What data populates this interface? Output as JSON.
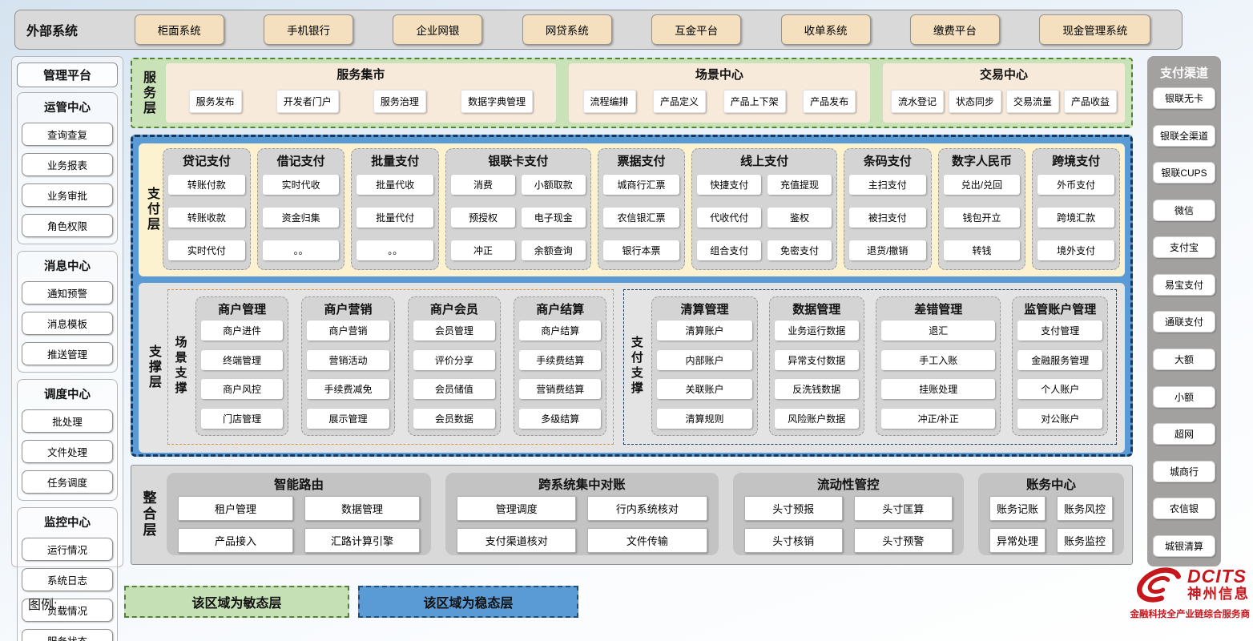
{
  "external_systems": {
    "label": "外部系统",
    "items": [
      "柜面系统",
      "手机银行",
      "企业网银",
      "网贷系统",
      "互金平台",
      "收单系统",
      "缴费平台",
      "现金管理系统"
    ]
  },
  "management_platform": {
    "title": "管理平台",
    "groups": [
      {
        "title": "运管中心",
        "items": [
          "查询查复",
          "业务报表",
          "业务审批",
          "角色权限"
        ]
      },
      {
        "title": "消息中心",
        "items": [
          "通知预警",
          "消息模板",
          "推送管理"
        ]
      },
      {
        "title": "调度中心",
        "items": [
          "批处理",
          "文件处理",
          "任务调度"
        ]
      },
      {
        "title": "监控中心",
        "items": [
          "运行情况",
          "系统日志",
          "负载情况",
          "服务状态"
        ]
      }
    ]
  },
  "service_layer": {
    "label": "服务层",
    "panels": [
      {
        "title": "服务集市",
        "items": [
          "服务发布",
          "开发者门户",
          "服务治理",
          "数据字典管理"
        ]
      },
      {
        "title": "场景中心",
        "items": [
          "流程编排",
          "产品定义",
          "产品上下架",
          "产品发布"
        ]
      },
      {
        "title": "交易中心",
        "items": [
          "流水登记",
          "状态同步",
          "交易流量",
          "产品收益"
        ]
      }
    ]
  },
  "stable_zone": {
    "payment_layer": {
      "label": "支付层",
      "columns": [
        {
          "title": "贷记支付",
          "cols": 1,
          "items": [
            "转账付款",
            "转账收款",
            "实时代付"
          ]
        },
        {
          "title": "借记支付",
          "cols": 1,
          "items": [
            "实时代收",
            "资金归集",
            "。。"
          ]
        },
        {
          "title": "批量支付",
          "cols": 1,
          "items": [
            "批量代收",
            "批量代付",
            "。。"
          ]
        },
        {
          "title": "银联卡支付",
          "cols": 2,
          "items": [
            "消费",
            "小额取款",
            "预授权",
            "电子现金",
            "冲正",
            "余额查询"
          ]
        },
        {
          "title": "票据支付",
          "cols": 1,
          "items": [
            "城商行汇票",
            "农信银汇票",
            "银行本票"
          ]
        },
        {
          "title": "线上支付",
          "cols": 2,
          "items": [
            "快捷支付",
            "充值提现",
            "代收代付",
            "鉴权",
            "组合支付",
            "免密支付"
          ]
        },
        {
          "title": "条码支付",
          "cols": 1,
          "items": [
            "主扫支付",
            "被扫支付",
            "退货/撤销"
          ]
        },
        {
          "title": "数字人民币",
          "cols": 1,
          "items": [
            "兑出/兑回",
            "钱包开立",
            "转钱"
          ]
        },
        {
          "title": "跨境支付",
          "cols": 1,
          "items": [
            "外币支付",
            "跨境汇款",
            "境外支付"
          ]
        }
      ]
    },
    "support_layer": {
      "label": "支撑层",
      "scene_support": {
        "label": "场景支撑",
        "columns": [
          {
            "title": "商户管理",
            "items": [
              "商户进件",
              "终端管理",
              "商户风控",
              "门店管理"
            ]
          },
          {
            "title": "商户营销",
            "items": [
              "商户营销",
              "营销活动",
              "手续费减免",
              "展示管理"
            ]
          },
          {
            "title": "商户会员",
            "items": [
              "会员管理",
              "评价分享",
              "会员储值",
              "会员数据"
            ]
          },
          {
            "title": "商户结算",
            "items": [
              "商户结算",
              "手续费结算",
              "营销费结算",
              "多级结算"
            ]
          }
        ]
      },
      "payment_support": {
        "label": "支付支撑",
        "columns": [
          {
            "title": "清算管理",
            "items": [
              "清算账户",
              "内部账户",
              "关联账户",
              "清算规则"
            ]
          },
          {
            "title": "数据管理",
            "items": [
              "业务运行数据",
              "异常支付数据",
              "反洗钱数据",
              "风险账户数据"
            ]
          },
          {
            "title": "差错管理",
            "items": [
              "退汇",
              "手工入账",
              "挂账处理",
              "冲正/补正"
            ]
          },
          {
            "title": "监管账户管理",
            "items": [
              "支付管理",
              "金融服务管理",
              "个人账户",
              "对公账户"
            ]
          }
        ]
      }
    }
  },
  "integration_layer": {
    "label": "整合层",
    "panels": [
      {
        "title": "智能路由",
        "items": [
          "租户管理",
          "数据管理",
          "产品接入",
          "汇路计算引擎"
        ]
      },
      {
        "title": "跨系统集中对账",
        "items": [
          "管理调度",
          "行内系统核对",
          "支付渠道核对",
          "文件传输"
        ]
      },
      {
        "title": "流动性管控",
        "items": [
          "头寸预报",
          "头寸匡算",
          "头寸核销",
          "头寸预警"
        ]
      },
      {
        "title": "账务中心",
        "items": [
          "账务记账",
          "账务风控",
          "异常处理",
          "账务监控"
        ]
      }
    ]
  },
  "payment_channels": {
    "title": "支付渠道",
    "items": [
      "银联无卡",
      "银联全渠道",
      "银联CUPS",
      "微信",
      "支付宝",
      "易宝支付",
      "通联支付",
      "大额",
      "小额",
      "超网",
      "城商行",
      "农信银",
      "城银清算"
    ]
  },
  "legend": {
    "label": "图例:",
    "agile": "该区域为敏态层",
    "stable": "该区域为稳态层"
  },
  "logo": {
    "brand": "DCITS",
    "company": "神州信息",
    "tagline": "金融科技全产业链综合服务商"
  },
  "colors": {
    "agile_fill": "#C5E0B4",
    "agile_border": "#538135",
    "stable_fill": "#5B9BD5",
    "stable_border": "#17375E",
    "payment_fill": "#FCF2D0",
    "scene_border": "#E0913C",
    "panel_gray": "#D4D4D4",
    "brand_red": "#C8161D"
  }
}
